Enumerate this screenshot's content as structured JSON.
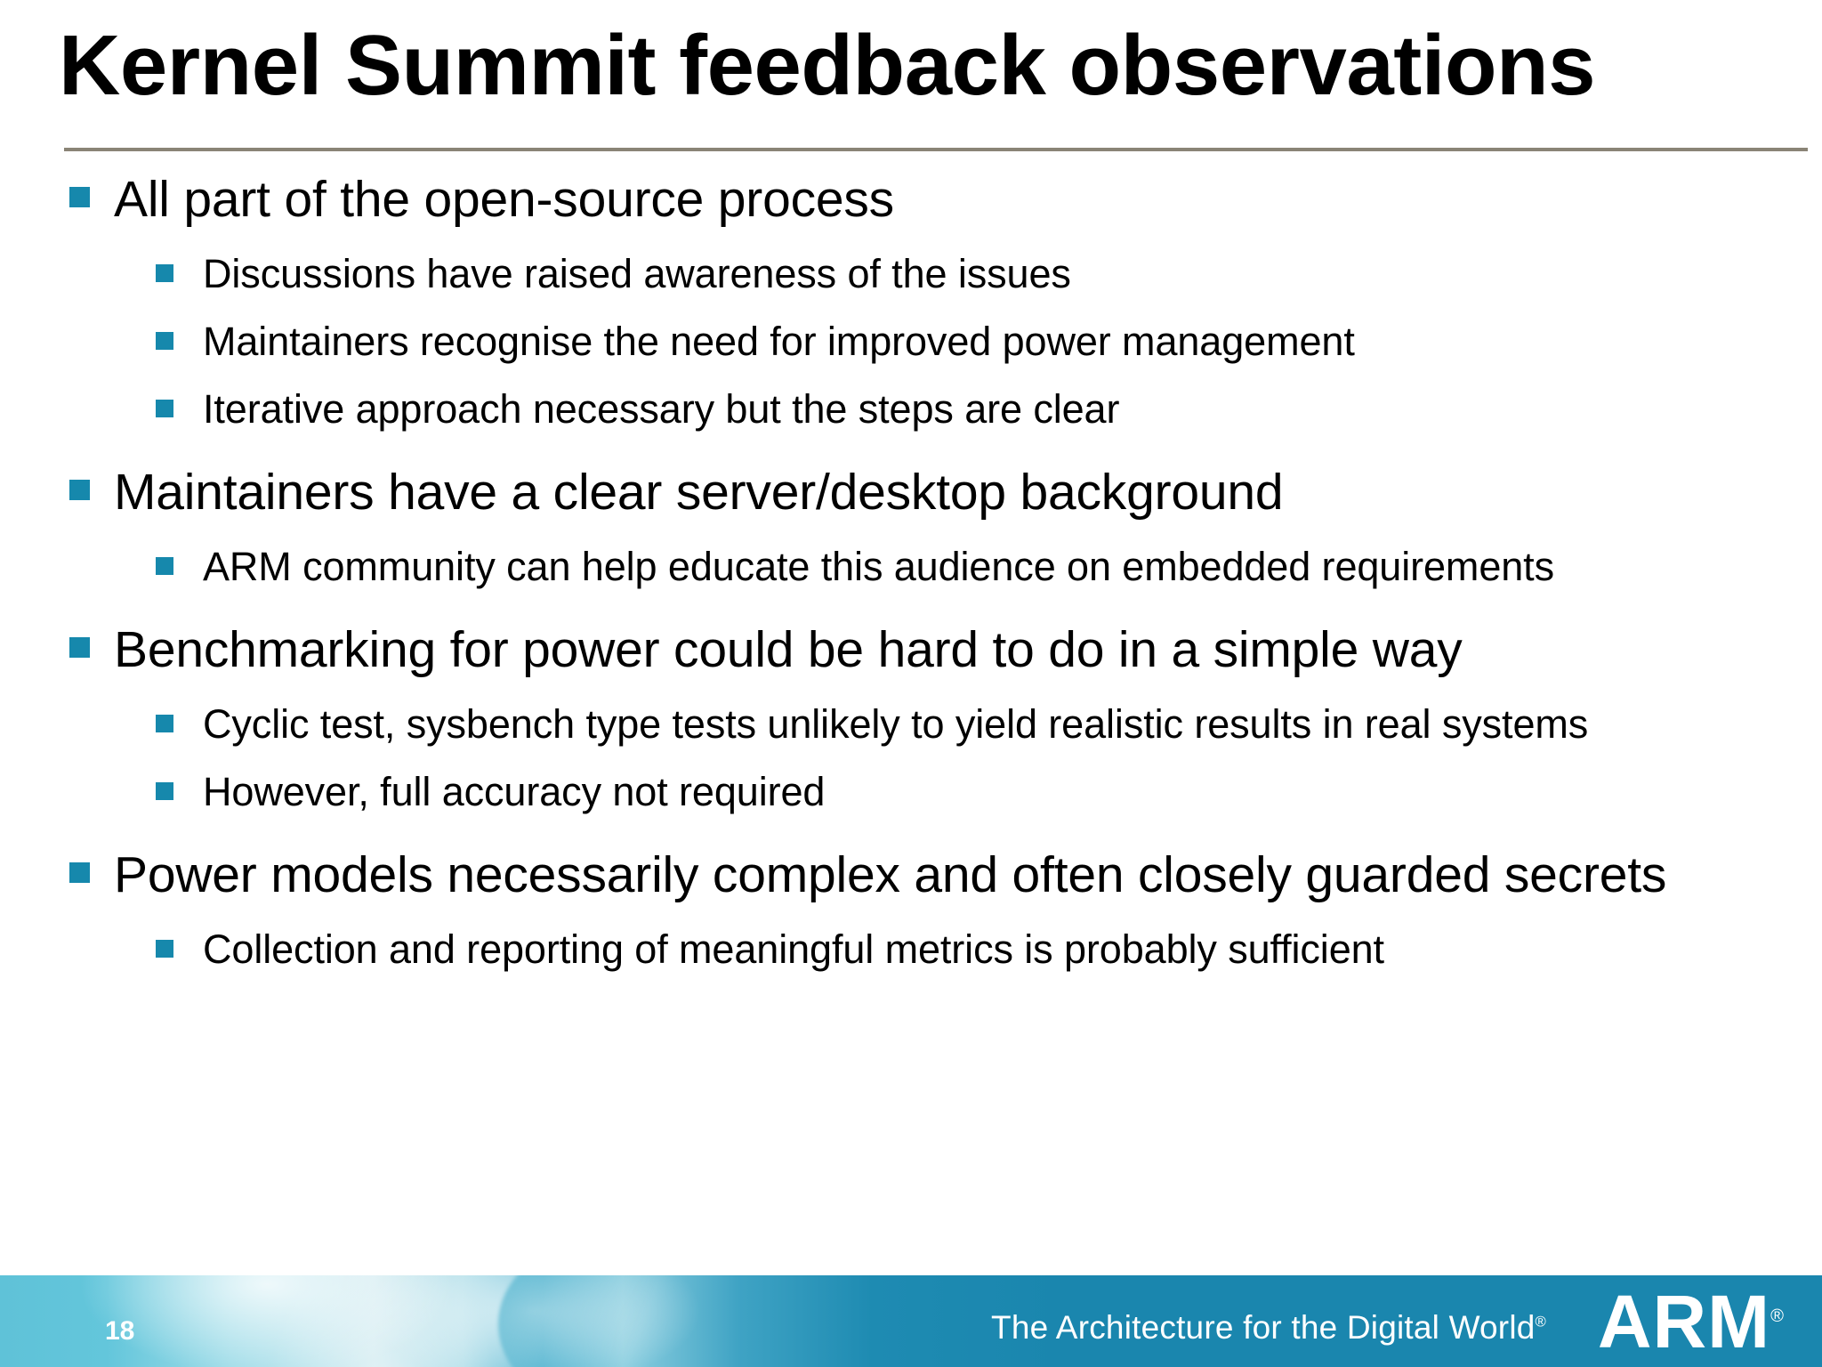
{
  "slide": {
    "title": "Kernel Summit feedback observations",
    "bullets": [
      {
        "level": 1,
        "text": "All part of the open-source process"
      },
      {
        "level": 2,
        "text": "Discussions have raised awareness of the issues"
      },
      {
        "level": 2,
        "text": "Maintainers recognise the need for improved power management"
      },
      {
        "level": 2,
        "text": "Iterative approach necessary but the steps are clear"
      },
      {
        "level": 1,
        "text": "Maintainers have a clear server/desktop background"
      },
      {
        "level": 2,
        "text": "ARM community can help educate this audience on embedded requirements"
      },
      {
        "level": 1,
        "text": "Benchmarking for power could be hard to do in a simple way"
      },
      {
        "level": 2,
        "text": "Cyclic test, sysbench type tests unlikely to yield realistic results in real systems"
      },
      {
        "level": 2,
        "text": "However, full accuracy not required"
      },
      {
        "level": 1,
        "text": "Power models necessarily complex and often closely guarded secrets"
      },
      {
        "level": 2,
        "text": "Collection and reporting of meaningful metrics is probably sufficient"
      }
    ]
  },
  "footer": {
    "page_number": "18",
    "tagline": "The Architecture for the Digital World",
    "tagline_mark": "®",
    "logo": "ARM",
    "logo_mark": "®"
  },
  "colors": {
    "bullet_marker": "#1688AC",
    "footer_band": "#1A86AE",
    "title_rule": "#8A8476",
    "title_text": "#000000",
    "body_text": "#000000",
    "footer_text": "#FFFFFF"
  }
}
